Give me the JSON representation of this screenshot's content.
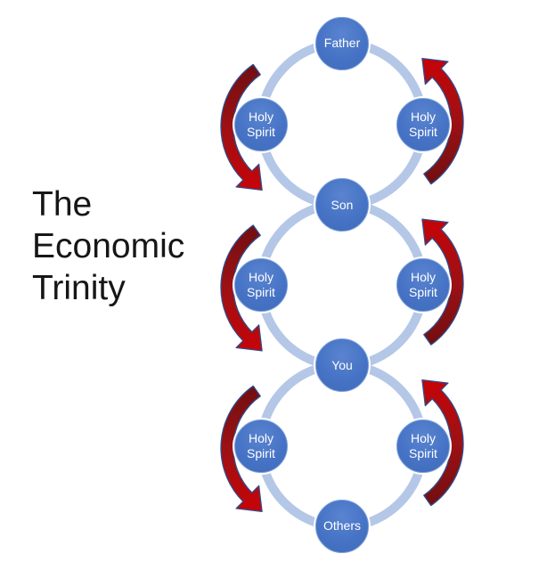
{
  "title": "The Economic Trinity",
  "diagram": {
    "nodes": [
      {
        "label": "Father",
        "position": "ring-1-top"
      },
      {
        "label": "Holy Spirit",
        "position": "ring-1-left"
      },
      {
        "label": "Holy Spirit",
        "position": "ring-1-right"
      },
      {
        "label": "Son",
        "position": "ring-1-bottom ring-2-top"
      },
      {
        "label": "Holy Spirit",
        "position": "ring-2-left"
      },
      {
        "label": "Holy Spirit",
        "position": "ring-2-right"
      },
      {
        "label": "You",
        "position": "ring-2-bottom ring-3-top"
      },
      {
        "label": "Holy Spirit",
        "position": "ring-3-left"
      },
      {
        "label": "Holy Spirit",
        "position": "ring-3-right"
      },
      {
        "label": "Others",
        "position": "ring-3-bottom"
      }
    ],
    "rings_count": 3,
    "arrows": {
      "count": 6,
      "direction": "counterclockwise"
    }
  },
  "colors": {
    "background": "#ffffff",
    "title_text": "#161616",
    "ring": "#b4c7e7",
    "node_fill": "#4673c5",
    "node_text": "#ffffff",
    "arrow_dark": "#6d0e10",
    "arrow_bright": "#c90307",
    "arrow_outline": "#2e4d8f"
  }
}
